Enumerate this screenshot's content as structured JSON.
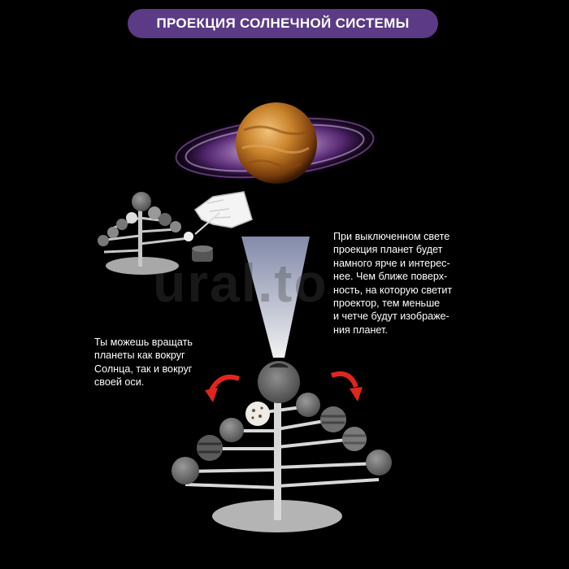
{
  "title": "ПРОЕКЦИЯ СОЛНЕЧНОЙ СИСТЕМЫ",
  "text_right": "При выключенном свете\nпроекция планет будет\nнамного ярче и интерес-\nнее. Чем ближе поверх-\nность, на которую светит\nпроектор, тем меньше\nи четче будут изображе-\nния планет.",
  "text_left": "Ты можешь вращать\nпланеты как вокруг\nСолнца, так и вокруг\nсвоей оси.",
  "watermark": "ural.to",
  "colors": {
    "title_background": "#5b3a86",
    "arrow": "#e0261c",
    "planet_projection": "#c8822a",
    "galaxy": "#b055d8"
  }
}
